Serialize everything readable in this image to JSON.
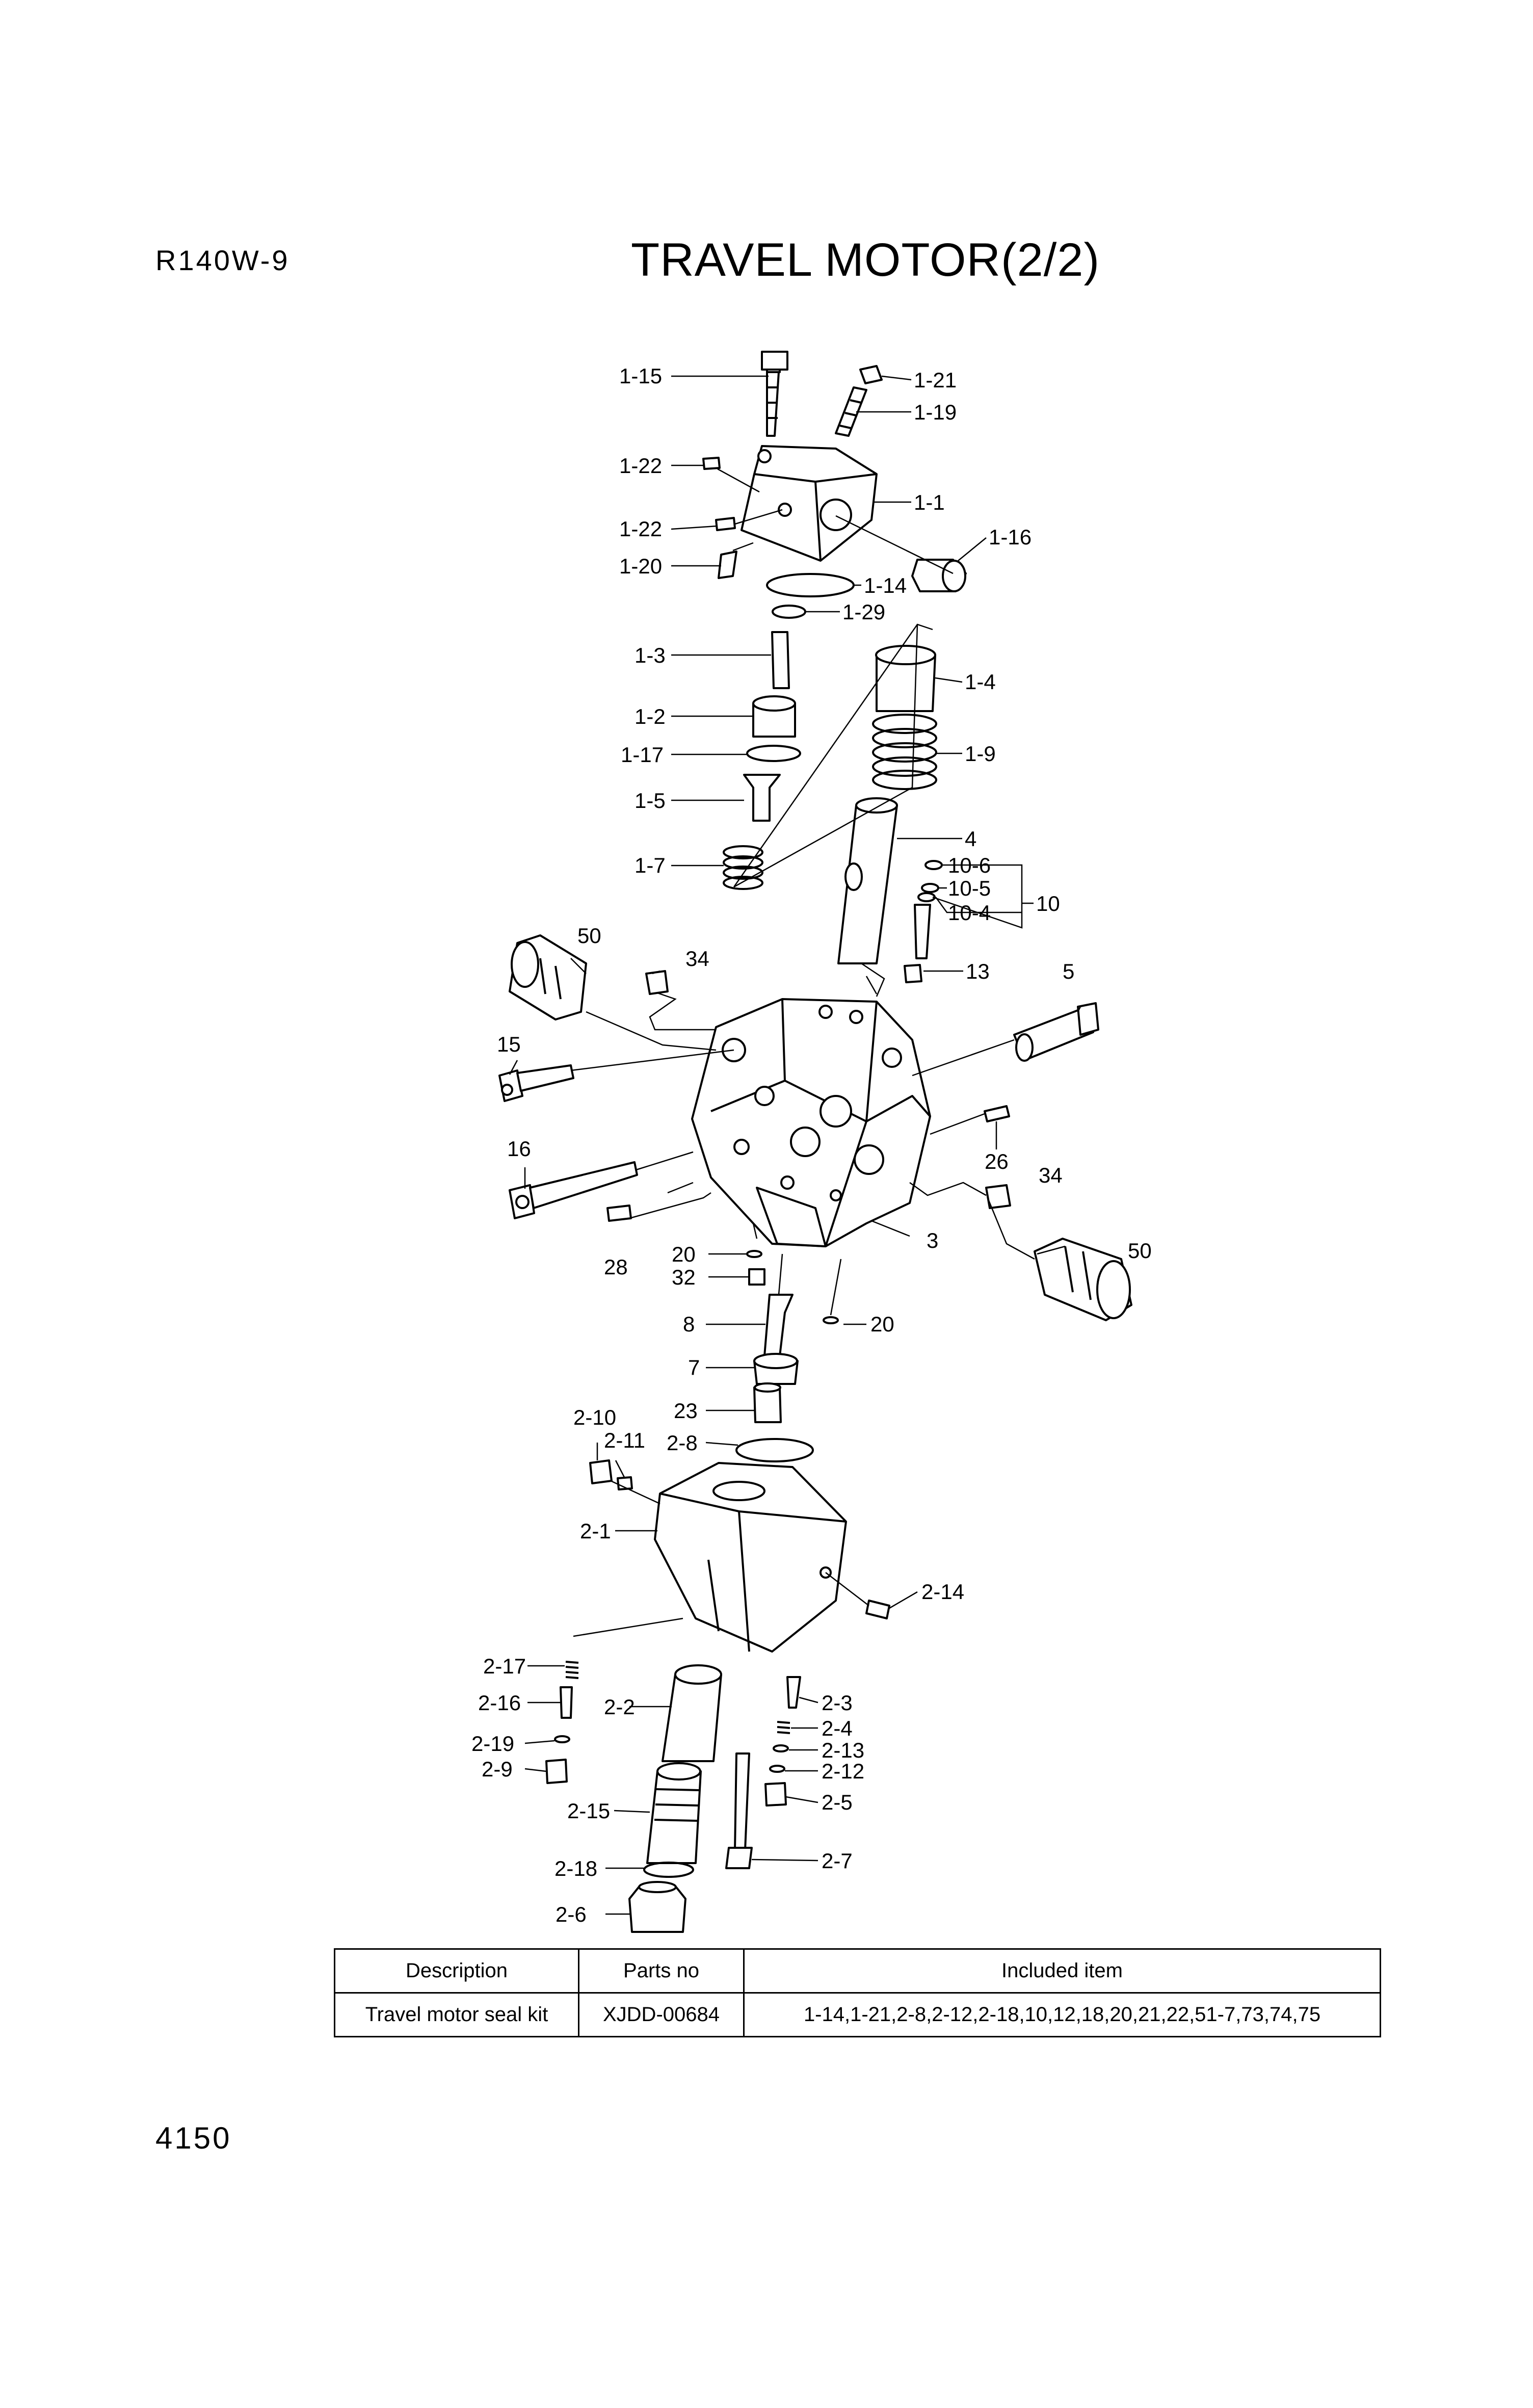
{
  "header": {
    "model": "R140W-9",
    "title": "TRAVEL MOTOR(2/2)"
  },
  "page_number": "4150",
  "diagram": {
    "labels": [
      "1-15",
      "1-21",
      "1-19",
      "1-22",
      "1-1",
      "1-22",
      "1-16",
      "1-20",
      "1-14",
      "1-29",
      "1-3",
      "1-4",
      "1-2",
      "1-17",
      "1-9",
      "1-5",
      "1-7",
      "4",
      "10-6",
      "10-5",
      "10",
      "10-4",
      "50",
      "34",
      "13",
      "5",
      "15",
      "16",
      "26",
      "34",
      "50",
      "3",
      "20",
      "32",
      "28",
      "8",
      "20",
      "7",
      "23",
      "2-10",
      "2-11",
      "2-8",
      "2-1",
      "2-14",
      "2-17",
      "2-16",
      "2-2",
      "2-3",
      "2-4",
      "2-19",
      "2-13",
      "2-12",
      "2-9",
      "2-5",
      "2-15",
      "2-7",
      "2-18",
      "2-6"
    ]
  },
  "table": {
    "headers": [
      "Description",
      "Parts no",
      "Included item"
    ],
    "rows": [
      [
        "Travel motor seal kit",
        "XJDD-00684",
        "1-14,1-21,2-8,2-12,2-18,10,12,18,20,21,22,51-7,73,74,75"
      ]
    ]
  }
}
